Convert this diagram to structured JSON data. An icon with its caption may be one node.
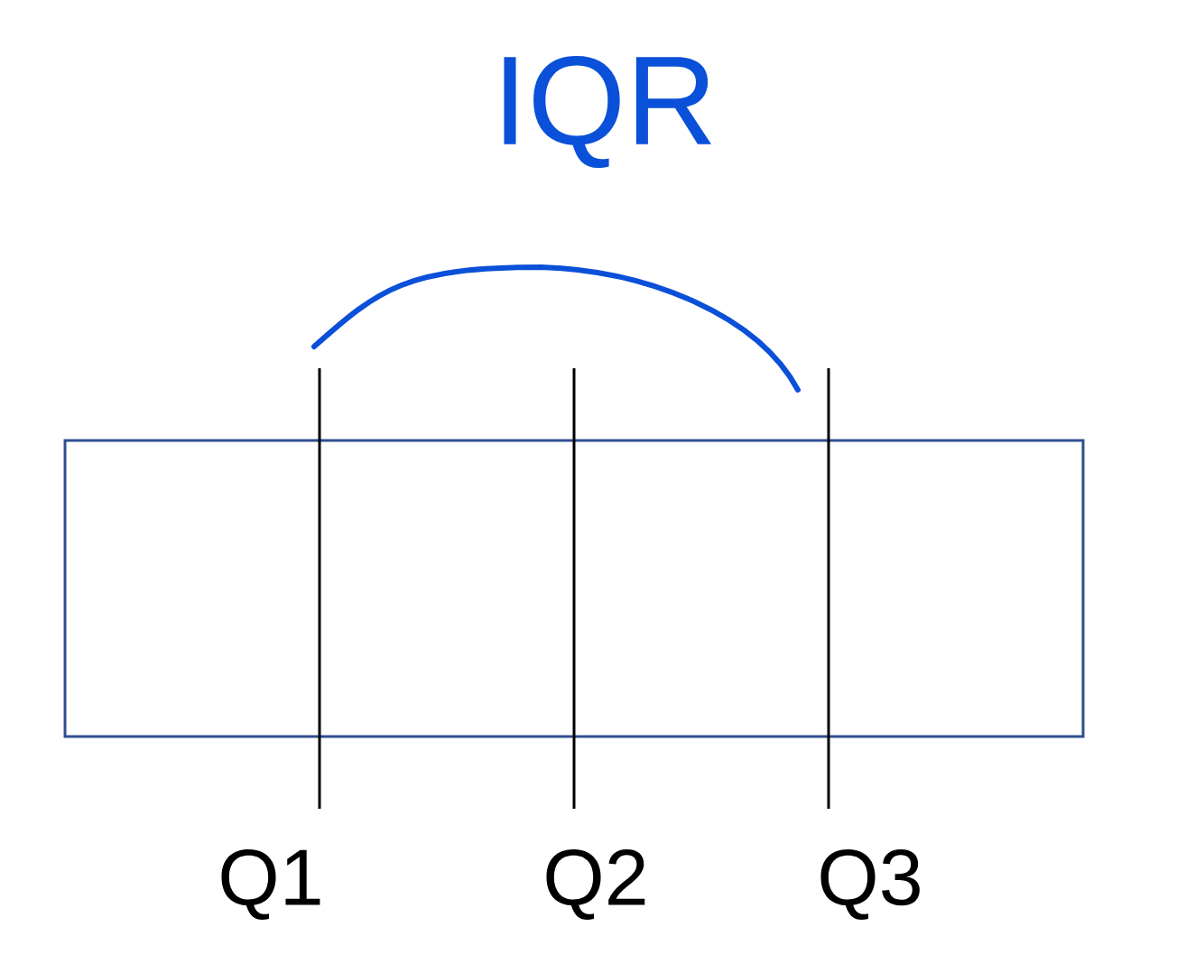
{
  "diagram": {
    "title": "IQR",
    "nodes": [
      {
        "text": [],
        "shape": "box"
      }
    ],
    "labels": [
      "Q1",
      "Q2",
      "Q3"
    ]
  }
}
